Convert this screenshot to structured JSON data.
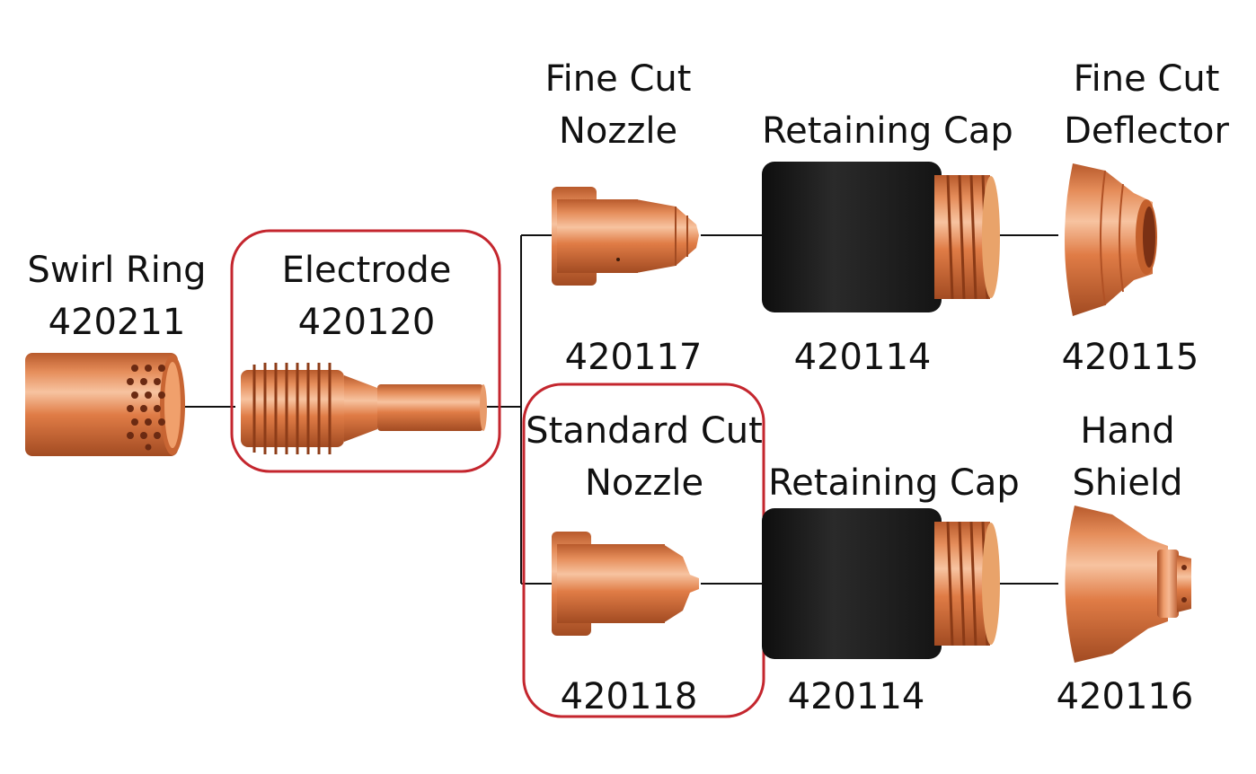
{
  "colors": {
    "copper_light": "#f2a47a",
    "copper_mid": "#d9773f",
    "copper_dark": "#9c4420",
    "cap_black": "#1e1e1e",
    "highlight_red": "#c4262e"
  },
  "parts": {
    "swirl_ring": {
      "name_line1": "Swirl Ring",
      "number": "420211"
    },
    "electrode": {
      "name_line1": "Electrode",
      "number": "420120"
    },
    "fine_cut_nozzle": {
      "name_line1": "Fine Cut",
      "name_line2": "Nozzle",
      "number": "420117"
    },
    "retaining_cap_top": {
      "name_line1": "Retaining Cap",
      "number": "420114"
    },
    "fine_cut_deflector": {
      "name_line1": "Fine Cut",
      "name_line2": "Deflector",
      "number": "420115"
    },
    "standard_cut_nozzle": {
      "name_line1": "Standard Cut",
      "name_line2": "Nozzle",
      "number": "420118"
    },
    "retaining_cap_bottom": {
      "name_line1": "Retaining Cap",
      "number": "420114"
    },
    "hand_shield": {
      "name_line1": "Hand",
      "name_line2": "Shield",
      "number": "420116"
    }
  }
}
